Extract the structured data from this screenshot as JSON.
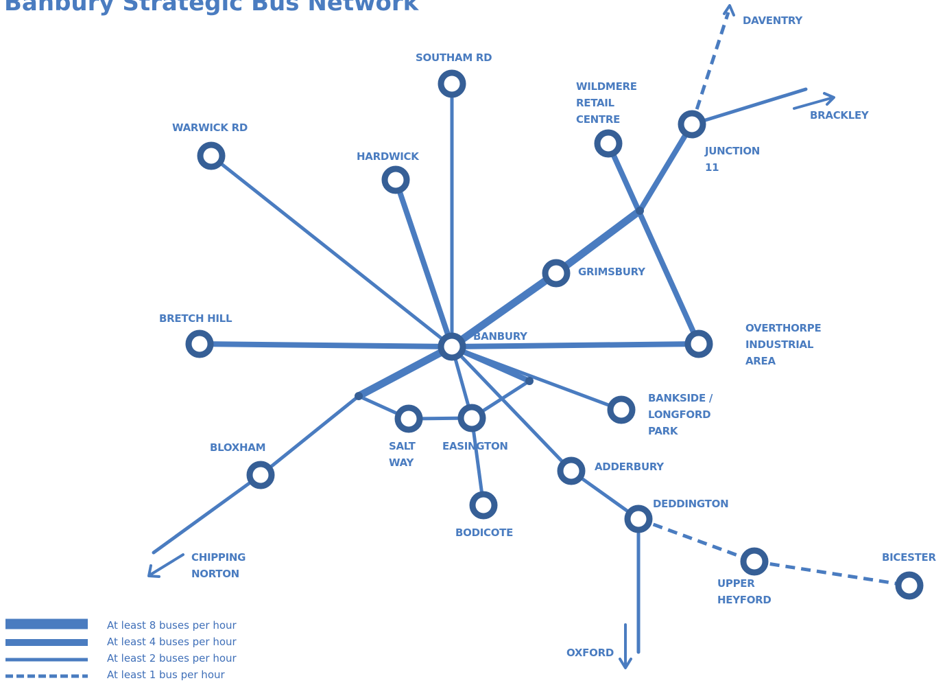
{
  "title": "Banbury Strategic Bus Network",
  "colors": {
    "route": "#4a7cc0",
    "stop_ring": "#365f96",
    "text": "#4a7cc0"
  },
  "places": {
    "daventry": "DAVENTRY",
    "southam_rd": "SOUTHAM RD",
    "wildmere": "WILDMERE\nRETAIL\nCENTRE",
    "brackley": "BRACKLEY",
    "warwick_rd": "WARWICK RD",
    "junction_11": "JUNCTION\n11",
    "hardwick": "HARDWICK",
    "grimsbury": "GRIMSBURY",
    "bretch_hill": "BRETCH HILL",
    "overthorpe": "OVERTHORPE\nINDUSTRIAL\nAREA",
    "banbury": "BANBURY",
    "bankside": "BANKSIDE /\nLONGFORD\nPARK",
    "bloxham": "BLOXHAM",
    "salt_way": "SALT\nWAY",
    "easington": "EASINGTON",
    "adderbury": "ADDERBURY",
    "deddington": "DEDDINGTON",
    "bodicote": "BODICOTE",
    "chipping_norton": "CHIPPING\nNORTON",
    "bicester": "BICESTER",
    "upper_heyford": "UPPER\nHEYFORD",
    "oxford": "OXFORD"
  },
  "legend": [
    {
      "frequency": "8+",
      "label": "At least 8 buses per hour"
    },
    {
      "frequency": "4+",
      "label": "At least 4 buses per hour"
    },
    {
      "frequency": "2+",
      "label": "At least 2 buses per hour"
    },
    {
      "frequency": "1+",
      "label": "At least 1 bus per hour"
    }
  ]
}
